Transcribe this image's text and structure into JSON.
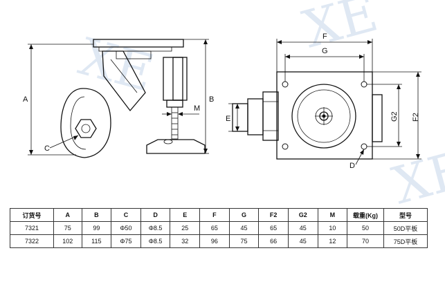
{
  "watermark": {
    "text": "XE",
    "color": "#c6d6ea"
  },
  "drawing": {
    "side_view_labels": {
      "A": "A",
      "B": "B",
      "C": "C",
      "E": "E",
      "M": "M"
    },
    "top_view_labels": {
      "F": "F",
      "G": "G",
      "F2": "F2",
      "G2": "G2",
      "D": "D"
    }
  },
  "table": {
    "headers": [
      "订货号",
      "A",
      "B",
      "C",
      "D",
      "E",
      "F",
      "G",
      "F2",
      "G2",
      "M",
      "载重(Kg)",
      "型号"
    ],
    "rows": [
      [
        "7321",
        "75",
        "99",
        "Φ50",
        "Φ8.5",
        "25",
        "65",
        "45",
        "65",
        "45",
        "10",
        "50",
        "50D平板"
      ],
      [
        "7322",
        "102",
        "115",
        "Φ75",
        "Φ8.5",
        "32",
        "96",
        "75",
        "66",
        "45",
        "12",
        "70",
        "75D平板"
      ]
    ]
  }
}
